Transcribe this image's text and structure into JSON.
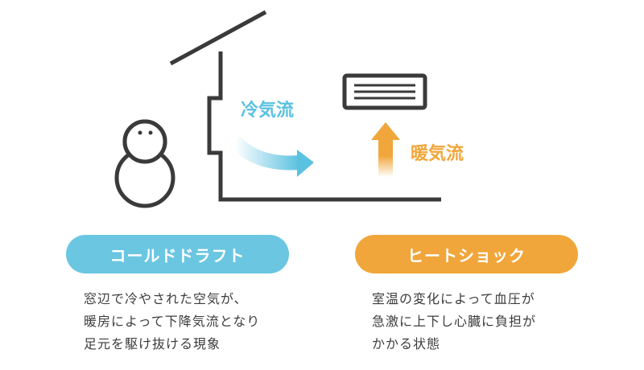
{
  "colors": {
    "line": "#3a3a3a",
    "cool": "#5bc1e0",
    "warm": "#f0a63a",
    "text": "#3c3c3c"
  },
  "icons": {
    "snowman": "snowman-icon",
    "aircon": "air-conditioner-icon",
    "house": "house-outline-icon",
    "cool_arrow": "cool-air-arrow-icon",
    "warm_arrow": "warm-air-arrow-icon"
  },
  "diagram": {
    "cold_air_label": "冷気流",
    "warm_air_label": "暖気流"
  },
  "left_card": {
    "title": "コールドドラフト",
    "lines": [
      "窓辺で冷やされた空気が、",
      "暖房によって下降気流となり",
      "足元を駆け抜ける現象"
    ]
  },
  "right_card": {
    "title": "ヒートショック",
    "lines": [
      "室温の変化によって血圧が",
      "急激に上下し心臓に負担が",
      "かかる状態"
    ]
  }
}
